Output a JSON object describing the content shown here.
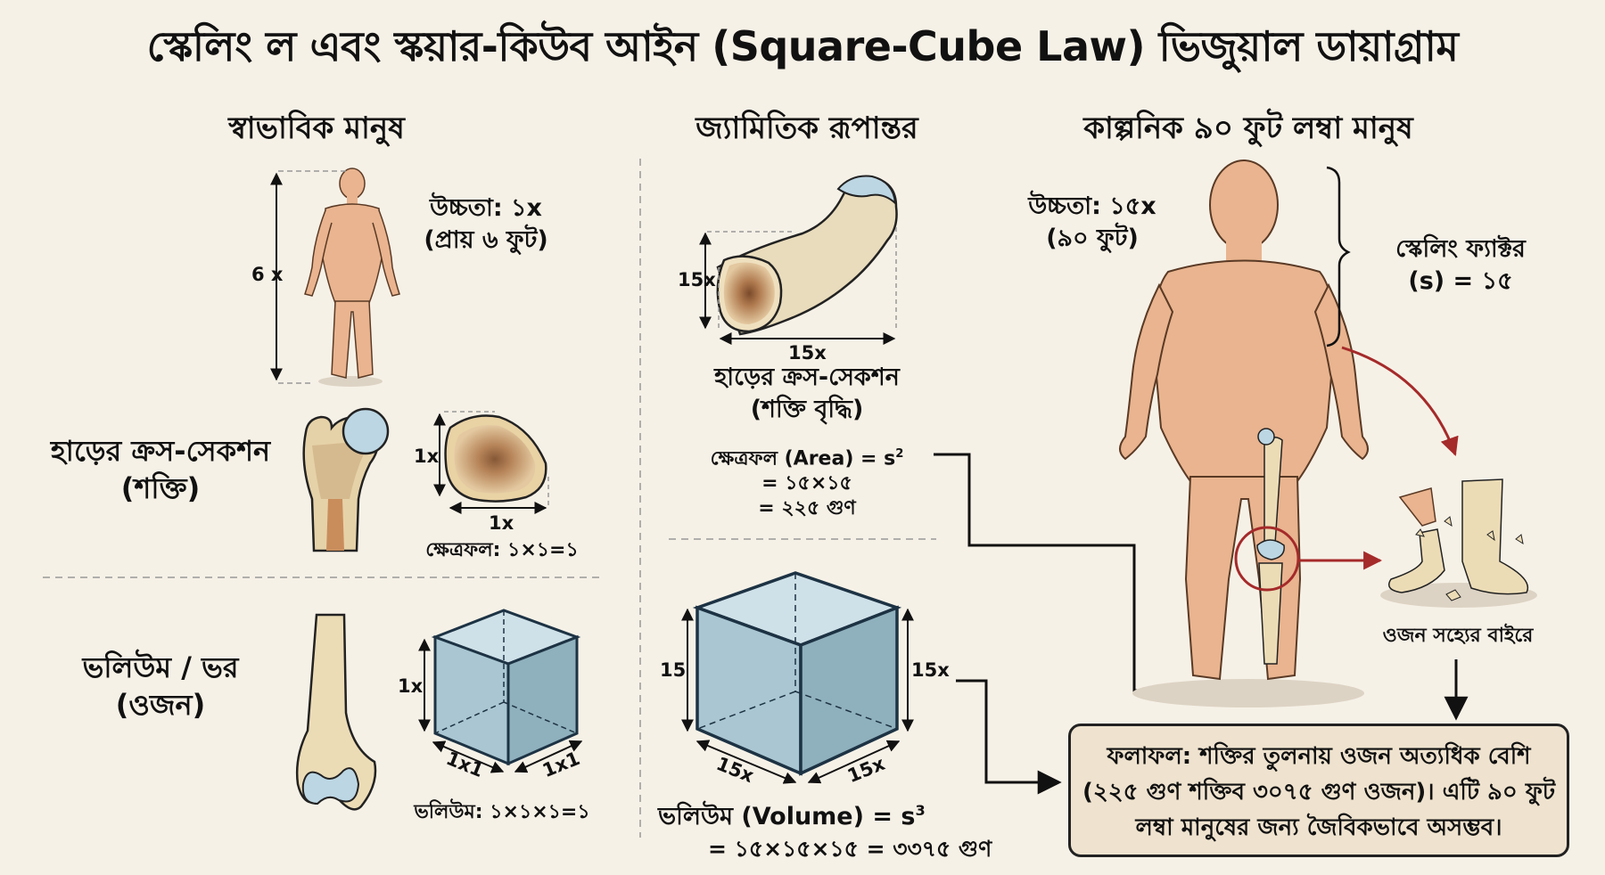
{
  "title": "স্কেলিং ল এবং স্কয়ার-কিউব আইন (Square-Cube Law) ভিজুয়াল ডায়াগ্রাম",
  "columns": {
    "normal": "স্বাভাবিক মানুষ",
    "geometric": "জ্যামিতিক রূপান্তর",
    "giant": "কাল্পনিক ৯০ ফুট লম্বা মানুষ"
  },
  "normal_human": {
    "height_dim": "6 x",
    "height_label_1": "উচ্চতা: ১x",
    "height_label_2": "(প্রায় ৬ ফুট)"
  },
  "normal_bone": {
    "section_label_1": "হাড়ের ক্রস-সেকশন",
    "section_label_2": "(শক্তি)",
    "dim_v": "1x",
    "dim_h": "1x",
    "area": "ক্ষেত্রফল: ১×১=১"
  },
  "normal_volume": {
    "section_label_1": "ভলিউম / ভর",
    "section_label_2": "(ওজন)",
    "dim_v": "1x",
    "dim_l": "1x1",
    "dim_r": "1x1",
    "volume": "ভলিউম: ১×১×১=১"
  },
  "geometric_bone": {
    "dim_v": "15x",
    "dim_h": "15x",
    "label_1": "হাড়ের ক্রস-সেকশন",
    "label_2": "(শক্তি বৃদ্ধি)",
    "area_formula": "ক্ষেত্রফল (Area) = s",
    "area_exp": "2",
    "area_line_2": "= ১৫×১৫",
    "area_line_3": "= ২২৫ গুণ"
  },
  "geometric_cube": {
    "dim_left": "15",
    "dim_right": "15x",
    "dim_bl": "15x",
    "dim_br": "15x",
    "volume_formula": "ভলিউম (Volume) = s",
    "volume_exp": "3",
    "volume_line_2": "= ১৫×১৫×১৫ = ৩৩৭৫ গুণ"
  },
  "giant_human": {
    "height_label_1": "উচ্চতা: ১৫x",
    "height_label_2": "(৯০ ফুট)",
    "scale_label_1": "স্কেলিং ফ্যাক্টর",
    "scale_label_2": "(s) = ১৫",
    "broken_label": "ওজন সহ্যের বাইরে"
  },
  "result": {
    "line_1": "ফলাফল: শক্তির তুলনায় ওজন অত্যধিক বেশি",
    "line_2": "(২২৫ গুণ শক্তিব ৩০৭৫ গুণ ওজন)। এটি ৯০ ফুট",
    "line_3": "লম্বা মানুষের জন্য জৈবিকভাবে অসম্ভব।"
  },
  "colors": {
    "background": "#f6f1e7",
    "skin": "#e9b48f",
    "bone": "#eadcb8",
    "cartilage": "#bcd6e3",
    "cube": "#9fbfcc",
    "accent_red": "#a52a2a",
    "result_bg": "#efe3cf"
  }
}
